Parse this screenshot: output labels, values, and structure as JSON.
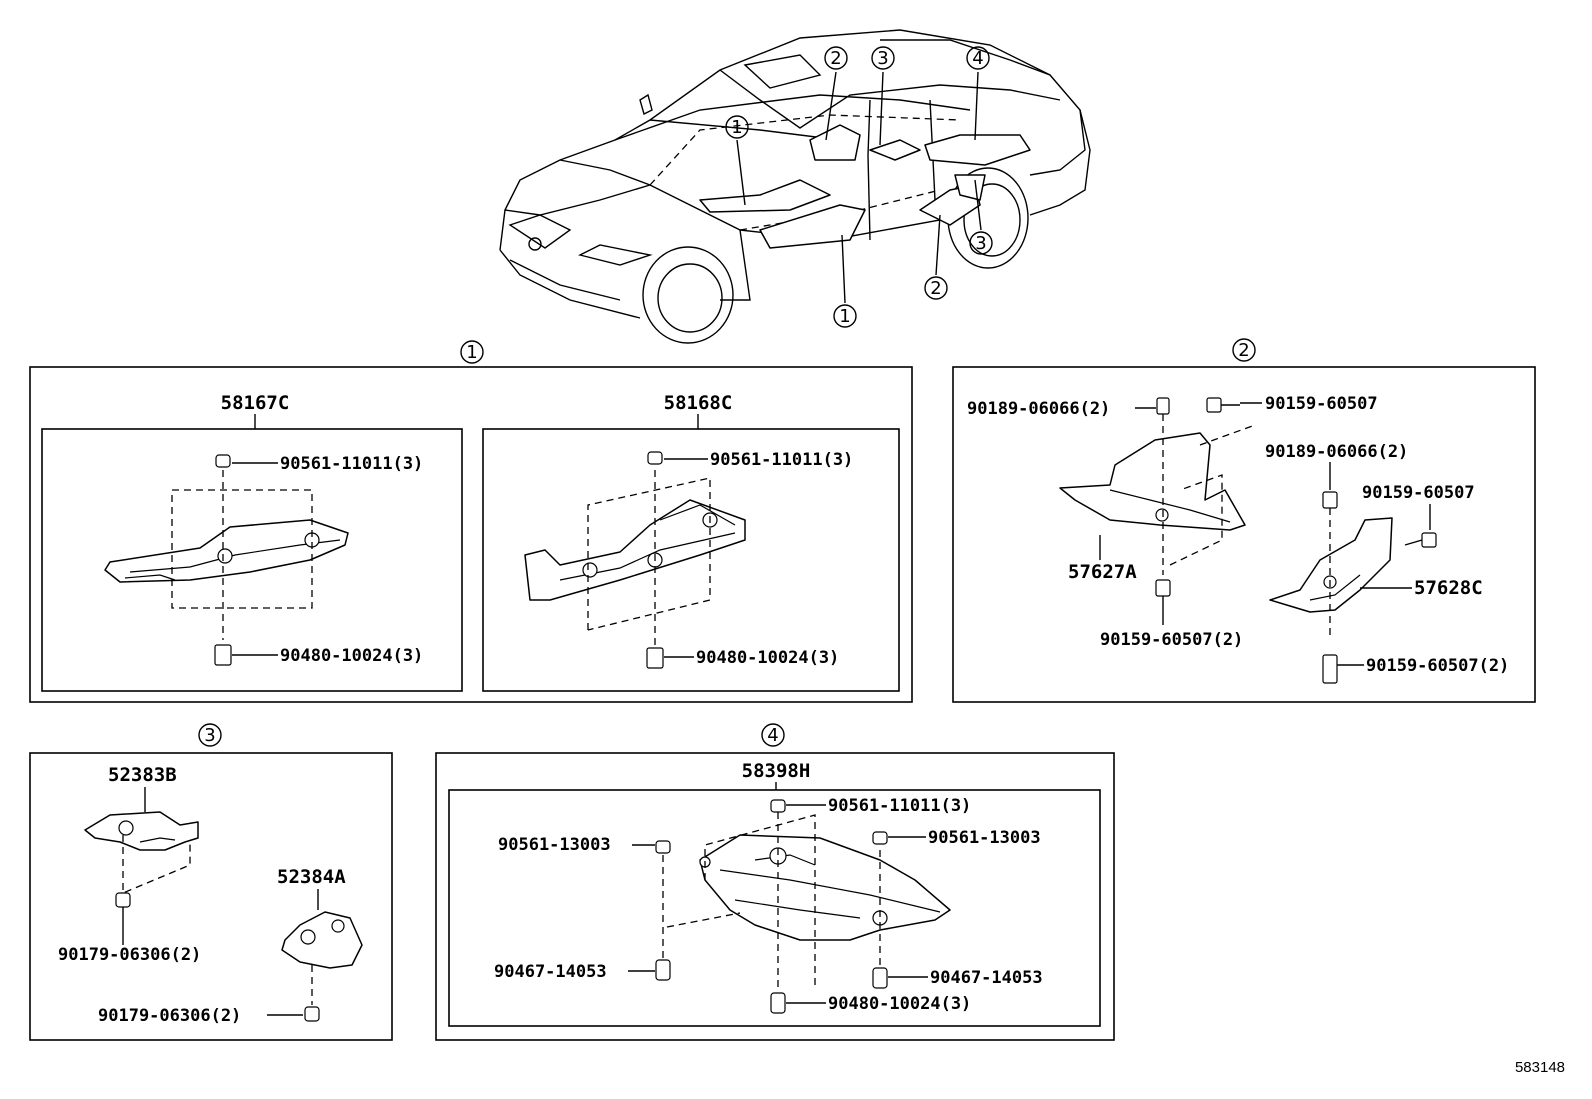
{
  "diagram_id": "583148",
  "overview": {
    "callouts": [
      "1",
      "2",
      "3",
      "4",
      "1",
      "2",
      "3"
    ]
  },
  "groups": {
    "g1": {
      "marker": "1",
      "left": {
        "part": "58167C",
        "top_fastener": "90561-11011(3)",
        "bottom_fastener": "90480-10024(3)"
      },
      "right": {
        "part": "58168C",
        "top_fastener": "90561-11011(3)",
        "bottom_fastener": "90480-10024(3)"
      }
    },
    "g2": {
      "marker": "2",
      "labels": {
        "clip_left": "90189-06066(2)",
        "bolt_top": "90159-60507",
        "clip_right": "90189-06066(2)",
        "bolt_right": "90159-60507",
        "part_left": "57627A",
        "part_right": "57628C",
        "bolt_bottom_left": "90159-60507(2)",
        "bolt_bottom_right": "90159-60507(2)"
      }
    },
    "g3": {
      "marker": "3",
      "part_a": "52383B",
      "part_b": "52384A",
      "fastener_a": "90179-06306(2)",
      "fastener_b": "90179-06306(2)"
    },
    "g4": {
      "marker": "4",
      "part": "58398H",
      "labels": {
        "top_center": "90561-11011(3)",
        "top_left": "90561-13003",
        "top_right": "90561-13003",
        "bottom_left": "90467-14053",
        "bottom_right": "90467-14053",
        "bottom_center": "90480-10024(3)"
      }
    }
  }
}
